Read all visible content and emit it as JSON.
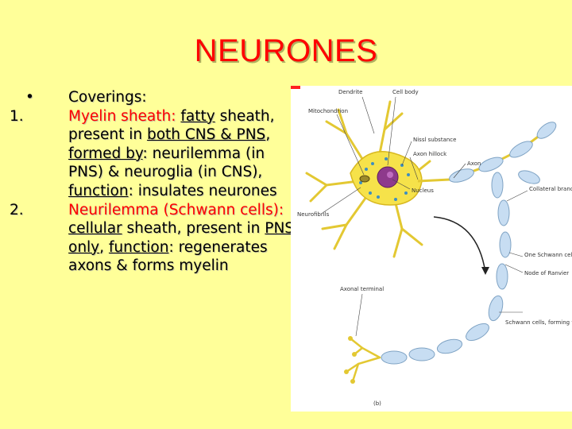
{
  "title": "NEURONES",
  "bullet_marker": "•",
  "coverings_label": "Coverings:",
  "items": [
    {
      "number": "1.",
      "name": "Myelin sheath:",
      "parts": {
        "a": "fatty",
        "b": " sheath, present in ",
        "c": "both CNS & PNS",
        "d": ", ",
        "e": "formed by",
        "f": ": neurilemma (in PNS) & neuroglia (in CNS), ",
        "g": "function",
        "h": ": insulates neurones"
      }
    },
    {
      "number": "2.",
      "name": "Neurilemma (Schwann cells):",
      "parts": {
        "a": "cellular",
        "b": " sheath, present in ",
        "c": "PNS only",
        "d": ", ",
        "e": "function",
        "f": ": regenerates axons & forms myelin"
      }
    }
  ],
  "figure": {
    "labels": {
      "dendrite": "Dendrite",
      "cell_body": "Cell body",
      "mitochondrion": "Mitochondrion",
      "nissl": "Nissl substance",
      "axon_hillock": "Axon hillock",
      "axon": "Axon",
      "nucleus": "Nucleus",
      "neurofibrils": "Neurofibrils",
      "collateral": "Collateral branch",
      "schwann_cell": "One Schwann cell",
      "node": "Node of Ranvier",
      "schwann_sheath": "Schwann cells, forming the myelin sheath on axon",
      "axonal_terminal": "Axonal terminal",
      "panel": "(b)"
    },
    "colors": {
      "cell_body": "#F6E24A",
      "myelin": "#C7DDF2",
      "nucleus": "#8E3A8C",
      "dots": "#3D8FC0"
    }
  }
}
